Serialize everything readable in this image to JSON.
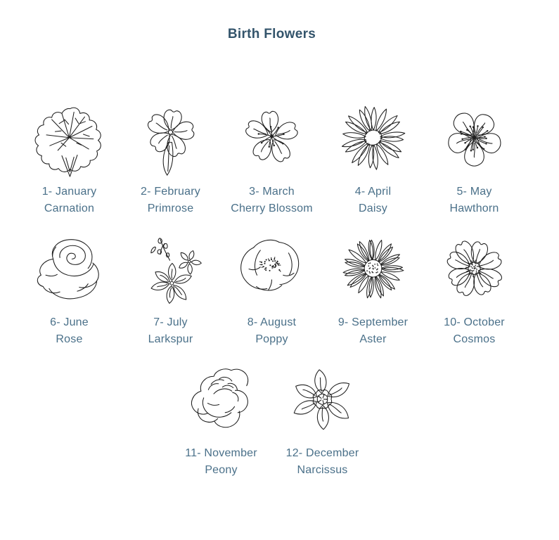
{
  "page": {
    "title": "Birth Flowers"
  },
  "colors": {
    "background": "#ffffff",
    "title": "#33546b",
    "label": "#4a7089",
    "line_art": "#1f1f1f"
  },
  "flowers": [
    {
      "number": 1,
      "month": "January",
      "name": "Carnation",
      "line1": "1- January",
      "line2": "Carnation",
      "key": "carnation",
      "icon": "carnation-illustration"
    },
    {
      "number": 2,
      "month": "February",
      "name": "Primrose",
      "line1": "2- February",
      "line2": "Primrose",
      "key": "primrose",
      "icon": "primrose-illustration"
    },
    {
      "number": 3,
      "month": "March",
      "name": "Cherry Blossom",
      "line1": "3- March",
      "line2": "Cherry Blossom",
      "key": "cherry",
      "icon": "cherry-blossom-illustration"
    },
    {
      "number": 4,
      "month": "April",
      "name": "Daisy",
      "line1": "4- April",
      "line2": "Daisy",
      "key": "daisy",
      "icon": "daisy-illustration"
    },
    {
      "number": 5,
      "month": "May",
      "name": "Hawthorn",
      "line1": "5- May",
      "line2": "Hawthorn",
      "key": "hawthorn",
      "icon": "hawthorn-illustration"
    },
    {
      "number": 6,
      "month": "June",
      "name": "Rose",
      "line1": "6- June",
      "line2": "Rose",
      "key": "rose",
      "icon": "rose-illustration"
    },
    {
      "number": 7,
      "month": "July",
      "name": "Larkspur",
      "line1": "7- July",
      "line2": "Larkspur",
      "key": "larkspur",
      "icon": "larkspur-illustration"
    },
    {
      "number": 8,
      "month": "August",
      "name": "Poppy",
      "line1": "8- August",
      "line2": "Poppy",
      "key": "poppy",
      "icon": "poppy-illustration"
    },
    {
      "number": 9,
      "month": "September",
      "name": "Aster",
      "line1": "9- September",
      "line2": "Aster",
      "key": "aster",
      "icon": "aster-illustration"
    },
    {
      "number": 10,
      "month": "October",
      "name": "Cosmos",
      "line1": "10- October",
      "line2": "Cosmos",
      "key": "cosmos",
      "icon": "cosmos-illustration"
    },
    {
      "number": 11,
      "month": "November",
      "name": "Peony",
      "line1": "11- November",
      "line2": "Peony",
      "key": "peony",
      "icon": "peony-illustration"
    },
    {
      "number": 12,
      "month": "December",
      "name": "Narcissus",
      "line1": "12- December",
      "line2": "Narcissus",
      "key": "narcissus",
      "icon": "narcissus-illustration"
    }
  ]
}
